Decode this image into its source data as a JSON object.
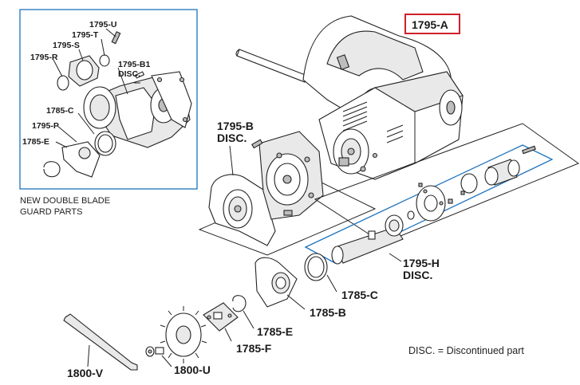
{
  "labels": {
    "a": "1795-A",
    "b": "1795-B",
    "b_disc": "DISC.",
    "h": "1795-H",
    "h_disc": "DISC.",
    "c": "1785-C",
    "bb": "1785-B",
    "e": "1785-E",
    "f": "1785-F",
    "u": "1800-U",
    "v": "1800-V"
  },
  "inset": {
    "u": "1795-U",
    "t": "1795-T",
    "s": "1795-S",
    "r": "1795-R",
    "b1": "1795-B1",
    "b1_disc": "DISC.",
    "c": "1785-C",
    "p": "1795-P",
    "e": "1785-E",
    "caption_line1": "NEW DOUBLE BLADE",
    "caption_line2": "GUARD PARTS"
  },
  "note": "DISC. = Discontinued part",
  "colors": {
    "highlight_box": "#d0202a",
    "blue_group": "#1e73be",
    "inset_border": "#1e73be"
  }
}
